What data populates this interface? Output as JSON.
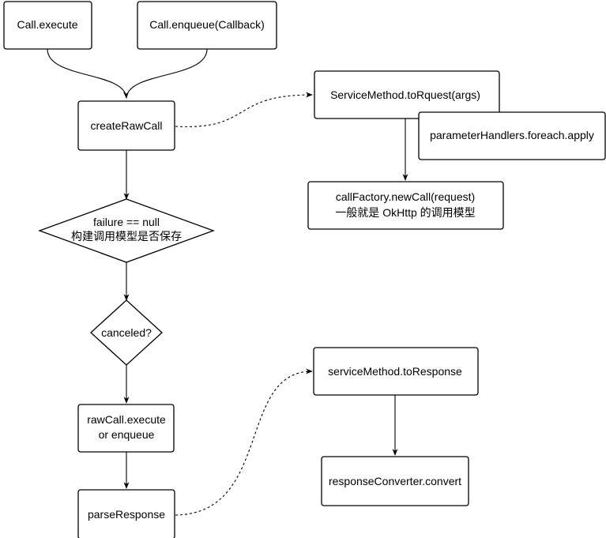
{
  "nodes": {
    "call_execute": "Call.execute",
    "call_enqueue": "Call.enqueue(Callback)",
    "create_raw_call": "createRawCall",
    "failure_check_line1": "failure == null",
    "failure_check_line2": "构建调用模型是否保存",
    "canceled_check": "canceled?",
    "raw_call_execute_line1": "rawCall.execute",
    "raw_call_execute_line2": "or enqueue",
    "parse_response": "parseResponse",
    "service_method_to_request": "ServiceMethod.toRquest(args)",
    "parameter_handlers": "parameterHandlers.foreach.apply",
    "call_factory_line1": "callFactory.newCall(request)",
    "call_factory_line2": "一般就是 OkHttp 的调用模型",
    "service_method_to_response": "serviceMethod.toResponse",
    "response_converter": "responseConverter.convert"
  }
}
